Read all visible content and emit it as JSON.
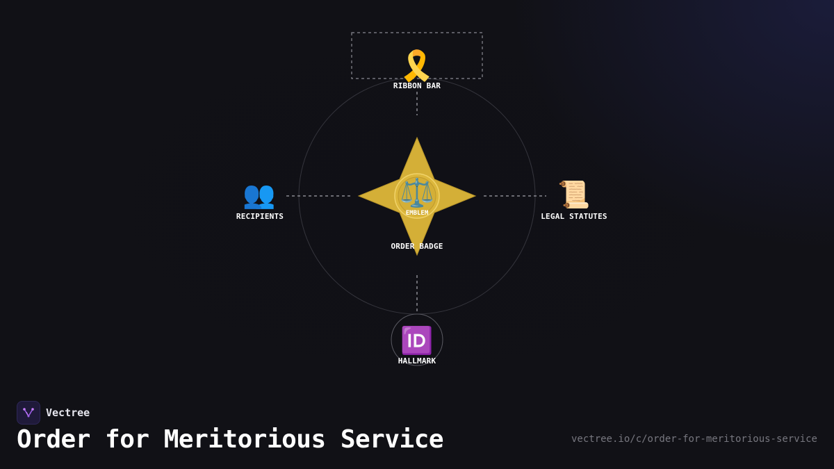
{
  "diagram": {
    "nodes": {
      "ribbon_bar": {
        "label": "RIBBON BAR",
        "icon": "ribbon-icon",
        "glyph": "🎗️"
      },
      "recipients": {
        "label": "RECIPIENTS",
        "icon": "people-icon",
        "glyph": "👥"
      },
      "order_badge": {
        "label": "ORDER BADGE",
        "icon": "four-pointed-star"
      },
      "emblem": {
        "label": "EMBLEM",
        "icon": "scales-icon",
        "glyph": "⚖️"
      },
      "legal_statutes": {
        "label": "LEGAL STATUTES",
        "icon": "scroll-icon",
        "glyph": "📜"
      },
      "hallmark": {
        "label": "HALLMARK",
        "icon": "id-icon",
        "glyph": "🆔"
      }
    },
    "colors": {
      "badge_gold": "#d4af37",
      "emblem_gold": "#e0bc3a",
      "connector": "#8a8a92",
      "ring": "#3a3a42"
    }
  },
  "footer": {
    "brand_name": "Vectree",
    "title": "Order for Meritorious Service",
    "url": "vectree.io/c/order-for-meritorious-service"
  }
}
